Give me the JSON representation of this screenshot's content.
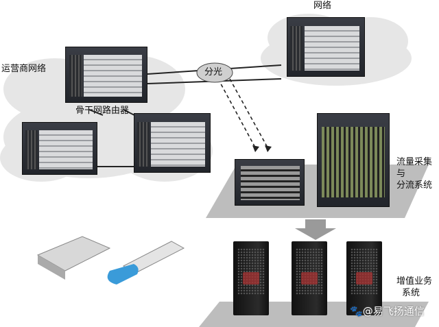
{
  "labels": {
    "network": "网络",
    "carrier_network": "运营商网络",
    "splitter": "分光",
    "backbone_router": "骨干网路由器",
    "traffic_system": "流量采集与\n分流系统",
    "traffic_system_line1": "流量采集与",
    "traffic_system_line2": "分流系统",
    "vas_line1": "增值业务",
    "vas_line2": "系统"
  },
  "watermark": {
    "text": "@易飞扬通信",
    "icon": "baidu-paw-icon"
  },
  "colors": {
    "cloud": "#e6e6e6",
    "platform": "#bdbdbd",
    "arrow": "#9a9a9a",
    "transceiver_pull": "#3a9bd9"
  }
}
